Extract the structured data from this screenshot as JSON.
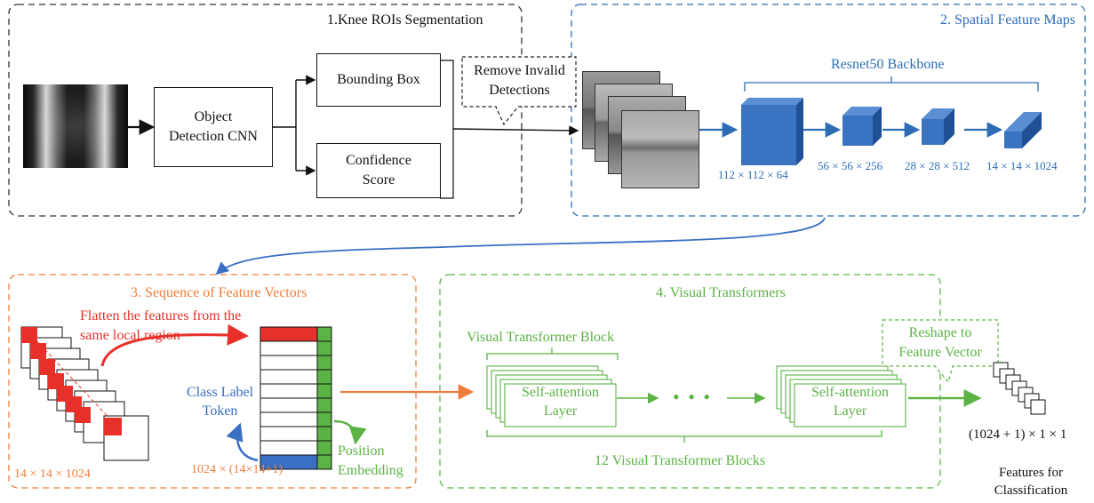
{
  "sections": {
    "s1_title": "1.Knee ROIs Segmentation",
    "s2_title": "2. Spatial Feature Maps",
    "s3_title": "3. Sequence of Feature Vectors",
    "s4_title": "4. Visual Transformers"
  },
  "stage1": {
    "detector_line1": "Object",
    "detector_line2": "Detection CNN",
    "bbox": "Bounding Box",
    "conf_line1": "Confidence",
    "conf_line2": "Score",
    "remove_line1": "Remove Invalid",
    "remove_line2": "Detections"
  },
  "stage2": {
    "backbone": "Resnet50 Backbone",
    "dims": [
      "112 × 112 × 64",
      "56 × 56 × 256",
      "28 × 28 × 512",
      "14 × 14 × 1024"
    ]
  },
  "stage3": {
    "flatten_line1": "Flatten the features from the",
    "flatten_line2": "same local region",
    "fmap_dim": "14 × 14 × 1024",
    "seq_dim": "1024 × (14×14+1)",
    "class_line1": "Class Label",
    "class_line2": "Token",
    "pos_line1": "Position",
    "pos_line2": "Embedding"
  },
  "stage4": {
    "vt_block": "Visual Transformer Block",
    "sa_line1": "Self-attention",
    "sa_line2": "Layer",
    "dots": "• • •",
    "blocks12": "12 Visual Transformer Blocks",
    "reshape_line1": "Reshape to",
    "reshape_line2": "Feature Vector",
    "out_dim": "(1024 + 1) × 1 × 1",
    "features_line1": "Features for",
    "features_line2": "Classification"
  },
  "colors": {
    "stage1": "#333333",
    "stage2": "#2e6db5",
    "stage3": "#ef7d3b",
    "stage4": "#5cb345",
    "highlight": "#e8302a"
  }
}
